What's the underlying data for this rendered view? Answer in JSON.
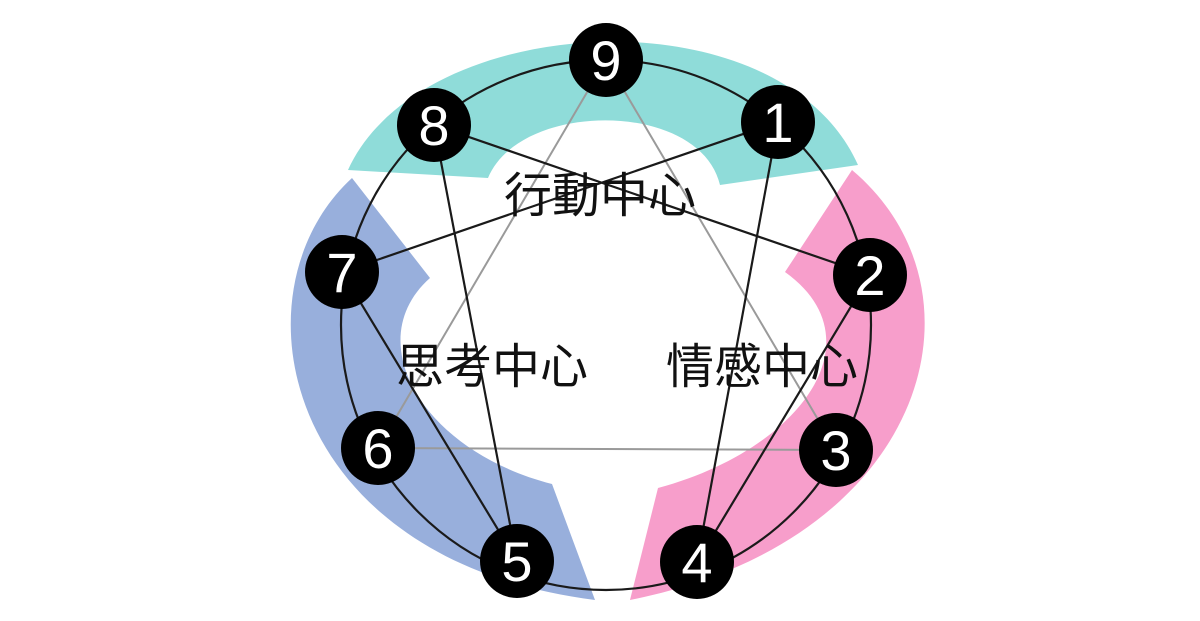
{
  "diagram": {
    "colors": {
      "action": "#8fdcd9",
      "thinking": "#98afdc",
      "feeling": "#f79ecb",
      "line": "#1a1a1a",
      "inner_line": "#9a9a9a",
      "node": "#000000",
      "node_text": "#ffffff"
    },
    "centers": {
      "action": "行動中心",
      "thinking": "思考中心",
      "feeling": "情感中心"
    },
    "nodes": [
      "1",
      "2",
      "3",
      "4",
      "5",
      "6",
      "7",
      "8",
      "9"
    ]
  }
}
